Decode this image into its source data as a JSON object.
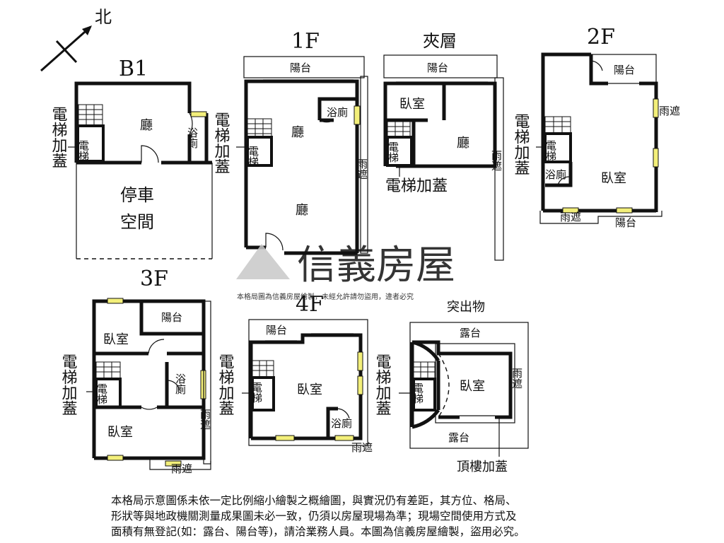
{
  "compass": {
    "north": "北"
  },
  "floors": {
    "b1": {
      "title": "B1",
      "living": "廳",
      "bath": "浴廁",
      "elevator": "電梯",
      "elevator_add": "電梯加蓋",
      "parking_line1": "停車",
      "parking_line2": "空間"
    },
    "f1": {
      "title": "1F",
      "balcony": "陽台",
      "bath": "浴廁",
      "living_top": "廳",
      "living_bottom": "廳",
      "awning": "雨遮",
      "elevator": "電梯",
      "elevator_add": "電梯加蓋"
    },
    "mezz": {
      "title": "夾層",
      "balcony": "陽台",
      "bedroom": "臥室",
      "living": "廳",
      "awning": "雨遮",
      "elevator": "電梯",
      "elevator_add": "電梯加蓋"
    },
    "f2": {
      "title": "2F",
      "balcony_top": "陽台",
      "awning_right": "雨遮",
      "bedroom": "臥室",
      "bath": "浴廁",
      "awning_bottom": "雨遮",
      "balcony_bottom": "陽台",
      "elevator": "電梯",
      "elevator_add": "電梯加蓋"
    },
    "f3": {
      "title": "3F",
      "bedroom_top": "臥室",
      "balcony": "陽台",
      "bath": "浴廁",
      "bedroom_bottom": "臥室",
      "awning_right": "雨遮",
      "awning_bottom": "雨遮",
      "elevator": "電梯",
      "elevator_add": "電梯加蓋"
    },
    "f4": {
      "title": "4F",
      "balcony": "陽台",
      "bedroom": "臥室",
      "bath": "浴廁",
      "awning": "雨遮",
      "elevator": "電梯",
      "elevator_add": "電梯加蓋"
    },
    "roof": {
      "title": "突出物",
      "terrace_top": "露台",
      "bedroom": "臥室",
      "awning": "雨遮",
      "terrace_bottom": "露台",
      "elevator": "電梯",
      "elevator_add": "電梯加蓋",
      "roof_extension": "頂樓加蓋"
    }
  },
  "watermark": {
    "brand": "信義房屋",
    "subline": "本格局圖為信義房屋繪製，未經允許請勿盜用，違者必究"
  },
  "disclaimer": {
    "line1": "本格局示意圖係未依一定比例縮小繪製之概繪圖，與實況仍有差距，其方位、格局、",
    "line2": "形狀等與地政機關測量成果圖未必一致，仍須以房屋現場為準；現場空間使用方式及",
    "line3": "面積有無登記(如：露台、陽台等)，請洽業務人員。本圖為信義房屋繪製，盜用必究。"
  },
  "colors": {
    "window": "#f3ef7a",
    "wall": "#111111",
    "watermark": "#bfbfbf"
  }
}
